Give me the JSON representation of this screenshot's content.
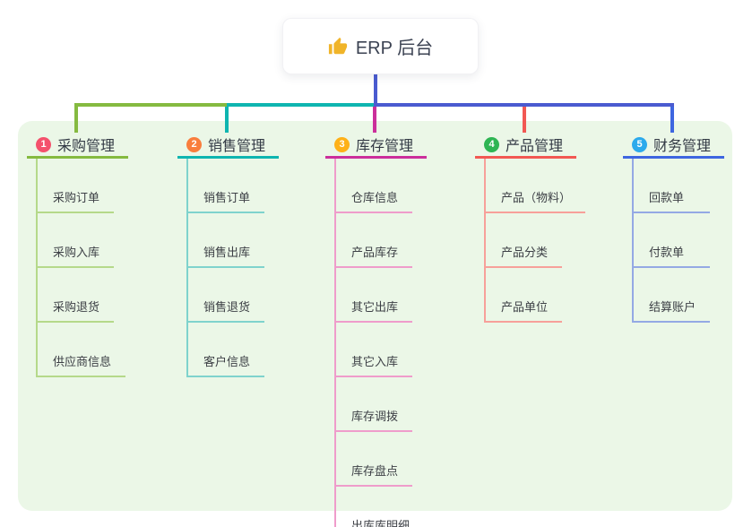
{
  "root": {
    "title": "ERP 后台",
    "icon": "thumbs-up",
    "icon_color": "#f0b429",
    "line_color": "#4a5bd0"
  },
  "panel": {
    "background": "#ebf7e7"
  },
  "branches": [
    {
      "index": "1",
      "title": "采购管理",
      "badge_color": "#f4516c",
      "line_color": "#85ba40",
      "child_line_color": "#b5d98a",
      "children": [
        "采购订单",
        "采购入库",
        "采购退货",
        "供应商信息"
      ]
    },
    {
      "index": "2",
      "title": "销售管理",
      "badge_color": "#f97e3d",
      "line_color": "#0eb5b0",
      "child_line_color": "#7fd3cd",
      "children": [
        "销售订单",
        "销售出库",
        "销售退货",
        "客户信息"
      ]
    },
    {
      "index": "3",
      "title": "库存管理",
      "badge_color": "#feb118",
      "line_color": "#cb2f9b",
      "child_line_color": "#ef9ccb",
      "children": [
        "仓库信息",
        "产品库存",
        "其它出库",
        "其它入库",
        "库存调拨",
        "库存盘点",
        "出库库明细"
      ]
    },
    {
      "index": "4",
      "title": "产品管理",
      "badge_color": "#2eb553",
      "line_color": "#f25853",
      "child_line_color": "#f7a09a",
      "children": [
        "产品（物料）",
        "产品分类",
        "产品单位"
      ]
    },
    {
      "index": "5",
      "title": "财务管理",
      "badge_color": "#2caaec",
      "line_color": "#3e66e0",
      "child_line_color": "#94a9e4",
      "children": [
        "回款单",
        "付款单",
        "结算账户"
      ]
    }
  ]
}
